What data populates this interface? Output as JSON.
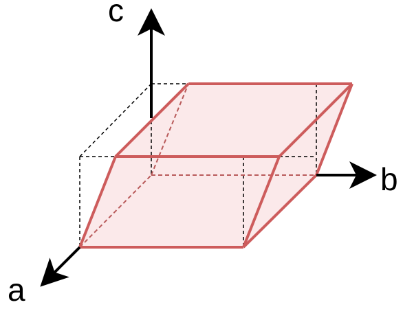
{
  "axes": {
    "a": "a",
    "b": "b",
    "c": "c"
  },
  "colors": {
    "parallelepiped_edge": "#cd5c5c",
    "parallelepiped_fill": "#fbe9ea",
    "reference_box_edge": "#000000",
    "axis": "#000000"
  }
}
